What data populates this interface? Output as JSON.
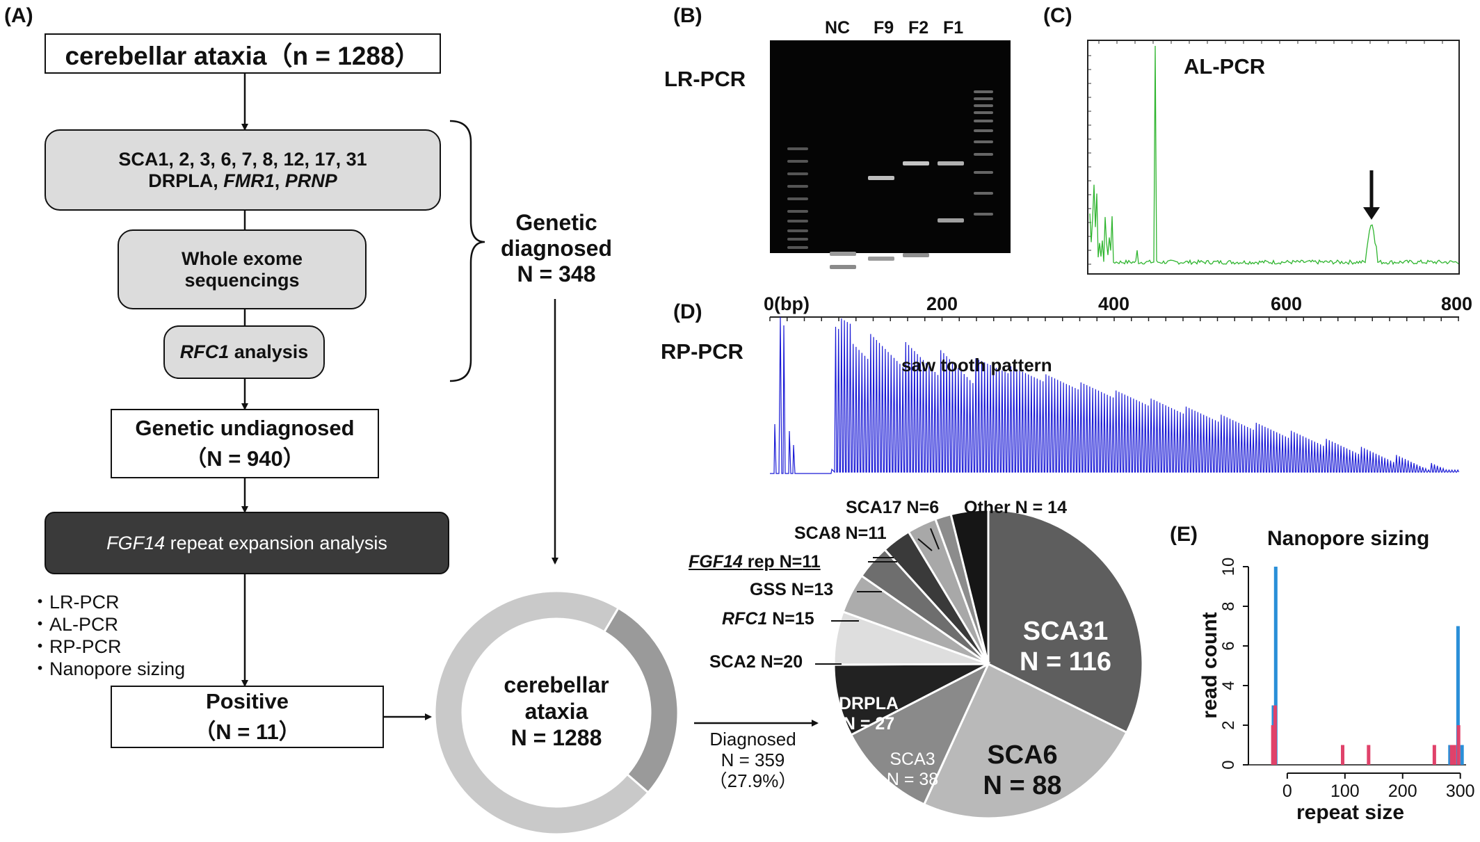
{
  "panels": {
    "a": "(A)",
    "b": "(B)",
    "c": "(C)",
    "d": "(D)",
    "e": "(E)"
  },
  "flow": {
    "top": "cerebellar ataxia（n = 1288）",
    "screen1_line1": "SCA1, 2, 3, 6, 7, 8, 12, 17, 31",
    "screen1_line2_a": "DRPLA, ",
    "screen1_line2_b": "FMR1",
    "screen1_line2_c": ", ",
    "screen1_line2_d": "PRNP",
    "wes_line1": "Whole exome",
    "wes_line2": "sequencings",
    "rfc1_a": "RFC1",
    "rfc1_b": " analysis",
    "genetic_diag_line1": "Genetic",
    "genetic_diag_line2": "diagnosed",
    "genetic_diag_line3": "N = 348",
    "undiag_line1": "Genetic undiagnosed",
    "undiag_line2": "（N = 940）",
    "fgf_a": "FGF14",
    "fgf_b": " repeat expansion analysis",
    "methods": [
      "・LR-PCR",
      "・AL-PCR",
      "・RP-PCR",
      "・Nanopore sizing"
    ],
    "positive_line1": "Positive",
    "positive_line2": "（N = 11）"
  },
  "donut": {
    "center_line1": "cerebellar",
    "center_line2": "ataxia",
    "center_line3": "N = 1288",
    "diagnosed_line1": "Diagnosed",
    "diagnosed_line2": "N = 359",
    "diagnosed_line3": "（27.9%）",
    "diagnosed_fraction": 0.279,
    "colors": {
      "undiagnosed": "#c9c9c9",
      "diagnosed": "#9a9a9a"
    }
  },
  "gel": {
    "title": "LR-PCR",
    "lanes": [
      "NC",
      "F9",
      "F2",
      "F1"
    ]
  },
  "alpcr": {
    "title": "AL-PCR",
    "axis_ticks": [
      "0(bp)",
      "200",
      "400",
      "600",
      "800"
    ],
    "trace_color": "#2fb52f"
  },
  "rppcr": {
    "title": "RP-PCR",
    "annotation": "saw tooth pattern",
    "trace_color": "#1a1ad6"
  },
  "pie": {
    "slices": [
      {
        "name": "SCA31",
        "value": 116,
        "label_a": "SCA31",
        "label_b": "N = 116",
        "color": "#5e5e5e"
      },
      {
        "name": "SCA6",
        "value": 88,
        "label_a": "SCA6",
        "label_b": "N = 88",
        "color": "#b9b9b9"
      },
      {
        "name": "SCA3",
        "value": 38,
        "label_a": "SCA3",
        "label_b": "N = 38",
        "color": "#8a8a8a"
      },
      {
        "name": "DRPLA",
        "value": 27,
        "label_a": "DRPLA",
        "label_b": "N = 27",
        "color": "#222222"
      },
      {
        "name": "SCA2",
        "value": 20,
        "label": "SCA2 N=20",
        "color": "#dedede"
      },
      {
        "name": "RFC1",
        "value": 15,
        "label_it": "RFC1",
        "label_rest": " N=15",
        "color": "#acacac"
      },
      {
        "name": "GSS",
        "value": 13,
        "label": "GSS N=13",
        "color": "#6e6e6e"
      },
      {
        "name": "FGF14 rep",
        "value": 11,
        "label_it": "FGF14",
        "label_rest": " rep N=11",
        "color": "#3a3a3a"
      },
      {
        "name": "SCA8",
        "value": 11,
        "label": "SCA8 N=11",
        "color": "#a8a8a8"
      },
      {
        "name": "SCA17",
        "value": 6,
        "label": "SCA17 N=6",
        "color": "#8c8c8c"
      },
      {
        "name": "Other",
        "value": 14,
        "label": "Other N = 14",
        "color": "#161616"
      }
    ]
  },
  "chart_data": {
    "type": "bar",
    "title": "Nanopore sizing",
    "xlabel": "repeat size",
    "ylabel": "read count",
    "xticks": [
      "0",
      "100",
      "200",
      "300"
    ],
    "yticks": [
      "0",
      "2",
      "4",
      "6",
      "8",
      "10"
    ],
    "xlim": [
      -30,
      310
    ],
    "ylim": [
      0,
      10
    ],
    "series": [
      {
        "color": "#2a8fd8",
        "points": [
          {
            "x": -24,
            "y": 3
          },
          {
            "x": -20,
            "y": 10
          },
          {
            "x": 282,
            "y": 1
          },
          {
            "x": 296,
            "y": 7
          },
          {
            "x": 303,
            "y": 1
          }
        ]
      },
      {
        "color": "#e0426a",
        "points": [
          {
            "x": -25,
            "y": 2
          },
          {
            "x": -21,
            "y": 3
          },
          {
            "x": 96,
            "y": 1
          },
          {
            "x": 141,
            "y": 1
          },
          {
            "x": 255,
            "y": 1
          },
          {
            "x": 285,
            "y": 1
          },
          {
            "x": 290,
            "y": 1
          },
          {
            "x": 297,
            "y": 2
          }
        ]
      }
    ]
  }
}
